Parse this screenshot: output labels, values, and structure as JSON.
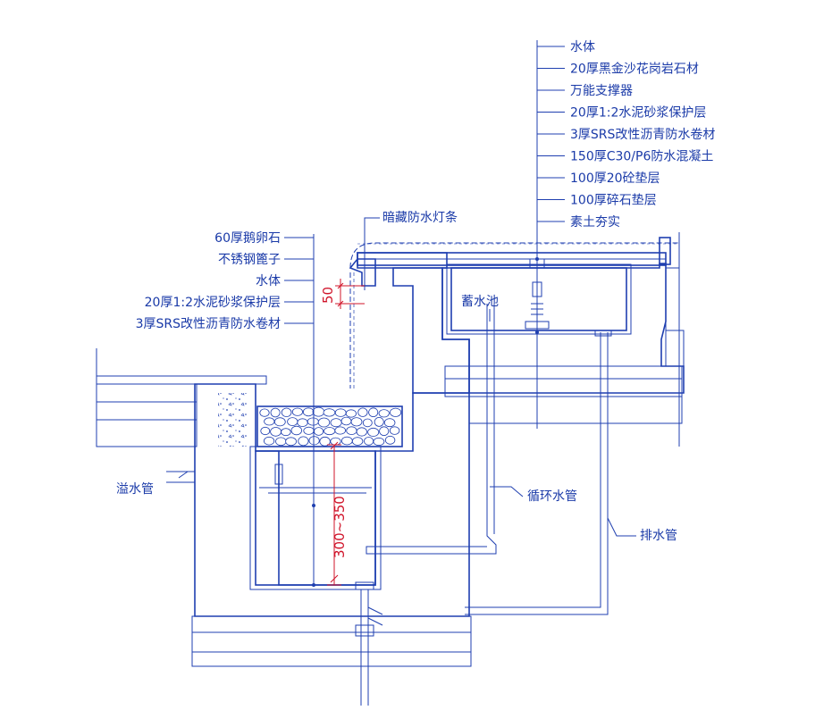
{
  "right_callout": {
    "labels": [
      "水体",
      "20厚黑金沙花岗岩石材",
      "万能支撑器",
      "20厚1:2水泥砂浆保护层",
      "3厚SRS改性沥青防水卷材",
      "150厚C30/P6防水混凝土",
      "100厚20砼垫层",
      "100厚碎石垫层",
      "素土夯实"
    ]
  },
  "left_callout": {
    "labels": [
      "60厚鹅卵石",
      "不锈钢篦子",
      "水体",
      "20厚1:2水泥砂浆保护层",
      "3厚SRS改性沥青防水卷材"
    ]
  },
  "labels": {
    "light_strip": "暗藏防水灯条",
    "reservoir": "蓄水池",
    "overflow_pipe": "溢水管",
    "circulation_pipe": "循环水管",
    "drain_pipe": "排水管"
  },
  "dimensions": {
    "lip_gap": "50",
    "water_depth": "300~350"
  },
  "colors": {
    "line": "#1f3fb0",
    "text": "#1a3aa8",
    "dimension": "#d0142a"
  }
}
